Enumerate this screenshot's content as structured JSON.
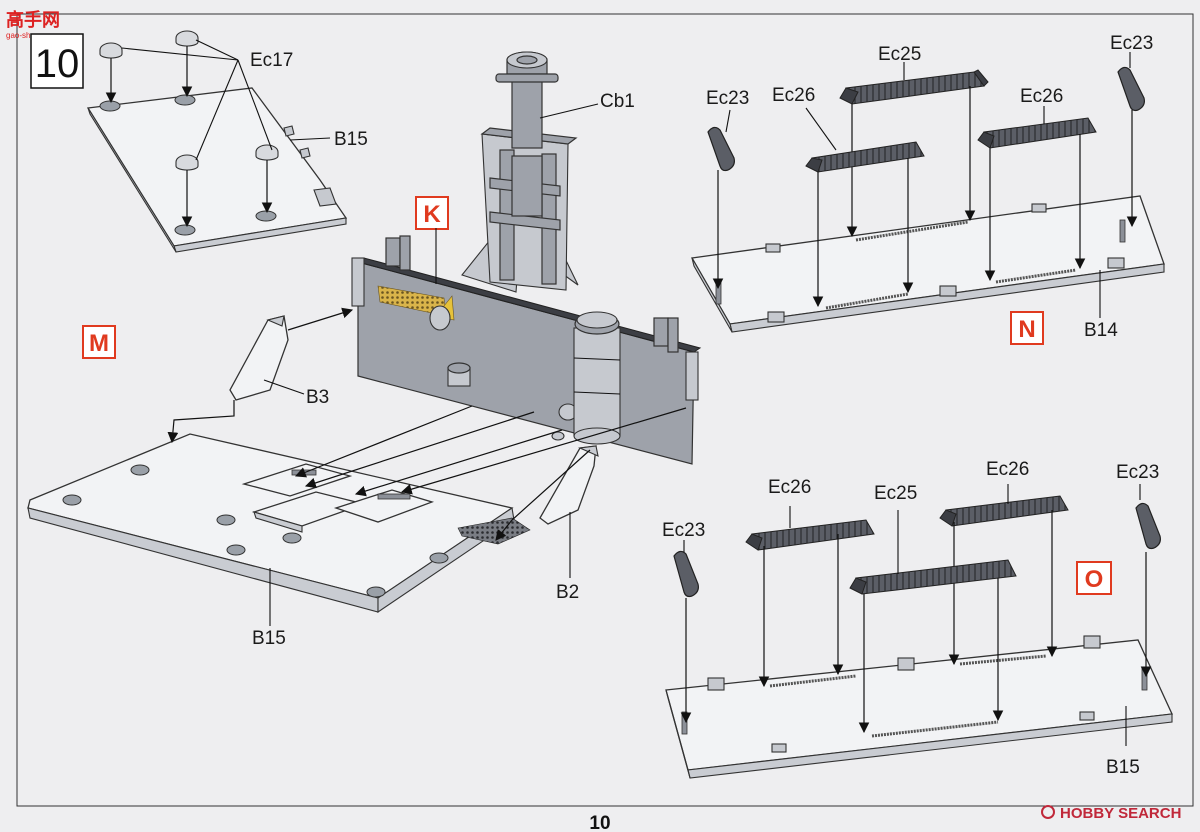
{
  "page": {
    "step_number": "10",
    "page_number": "10",
    "watermark_top": "高手网",
    "watermark_top_url": "gao-shou.com",
    "watermark_bottom": "HOBBY SEARCH"
  },
  "variant_markers": {
    "m": "M",
    "k": "K",
    "n": "N",
    "o": "O"
  },
  "labels": {
    "ec17": "Ec17",
    "b15_top": "B15",
    "cb1": "Cb1",
    "b3": "B3",
    "b2": "B2",
    "b15_main": "B15",
    "ec25_n": "Ec25",
    "ec23_n_left": "Ec23",
    "ec23_n_right": "Ec23",
    "ec26_n_left": "Ec26",
    "ec26_n_right": "Ec26",
    "b14": "B14",
    "ec26_o_left": "Ec26",
    "ec26_o_right": "Ec26",
    "ec25_o": "Ec25",
    "ec23_o_left": "Ec23",
    "ec23_o_right": "Ec23",
    "b15_o": "B15"
  },
  "colors": {
    "variant_marker": "#e03a1f",
    "part_grey": "#9ea2aa",
    "dark_part": "#5b5e66",
    "plate": "#f2f3f5",
    "photo_etch": "#d9b44a"
  }
}
